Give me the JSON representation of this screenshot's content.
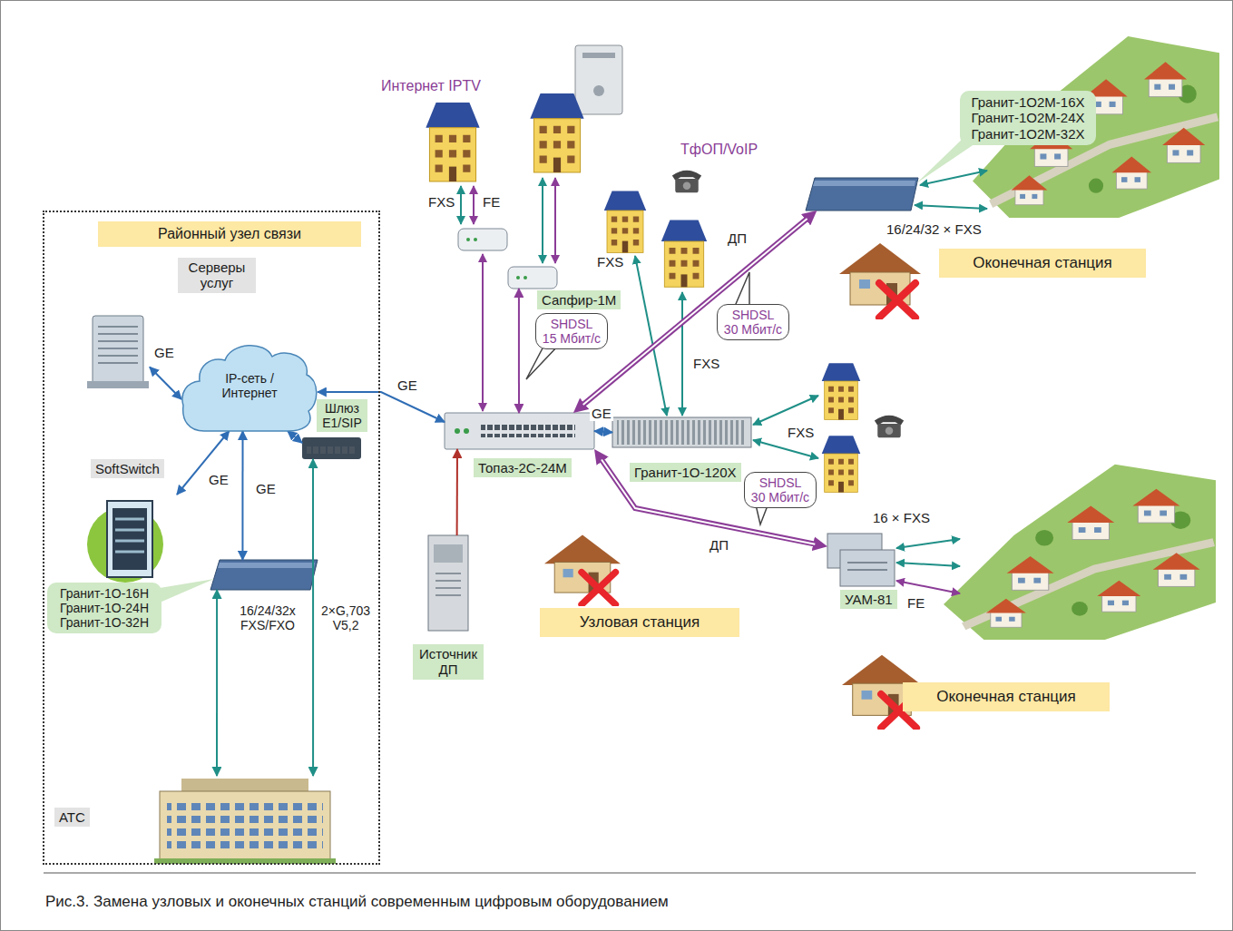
{
  "diagram": {
    "caption": "Рис.3. Замена узловых и оконечных станций современным цифровым оборудованием",
    "nodes": [
      {
        "text": [
          "Районный узел связи"
        ]
      },
      {
        "text": [
          "Серверы услуг"
        ],
        "in": 0
      },
      {
        "text": [
          "IP-сеть / Интернет"
        ],
        "in": 0
      },
      {
        "text": [
          "SoftSwitch"
        ],
        "in": 0
      },
      {
        "text": [
          "Шлюз E1/SIP"
        ],
        "in": 0
      },
      {
        "text": [
          "Гранит-1О-16Н Гранит-1О-24Н Гранит-1О-32Н"
        ],
        "in": 0
      },
      {
        "text": [
          "АТС"
        ],
        "in": 0
      },
      {
        "text": [
          "Топаз-2С-24М"
        ]
      },
      {
        "text": [
          "Источник ДП"
        ]
      },
      {
        "text": [
          "Сапфир-1М"
        ]
      },
      {
        "text": [
          "SHDSL 15 Мбит/с"
        ]
      },
      {
        "text": [
          "Гранит-1О-120Х"
        ]
      },
      {
        "text": [
          "Гранит-1О2М-16Х Гранит-1О2М-24Х Гранит-1О2М-32Х"
        ]
      },
      {
        "text": [
          "SHDSL 30 Мбит/с"
        ]
      },
      {
        "text": [
          "Оконечная станция"
        ]
      },
      {
        "text": [
          "Узловая станция"
        ]
      },
      {
        "text": [
          "SHDSL 30 Мбит/с"
        ]
      },
      {
        "text": [
          "УАМ-81"
        ]
      },
      {
        "text": [
          "Оконечная станция"
        ]
      }
    ],
    "edges": [
      {
        "from": 1,
        "to": 2,
        "label": "GE",
        "arrow": "both"
      },
      {
        "from": 3,
        "to": 2,
        "label": "GE",
        "arrow": "both"
      },
      {
        "from": 2,
        "to": 4,
        "arrow": "both"
      },
      {
        "from": 2,
        "to": 5,
        "label": "GE",
        "arrow": "both"
      },
      {
        "from": 2,
        "to": 7,
        "label": "GE",
        "arrow": "both"
      },
      {
        "from": 5,
        "to": 6,
        "label": "16/24/32x FXS/FXO",
        "arrow": "both"
      },
      {
        "from": 4,
        "to": 6,
        "label": "2×G,703 V5,2",
        "arrow": "both"
      },
      {
        "from": 8,
        "to": 7,
        "arrow": "to"
      },
      {
        "from": 7,
        "to": 9,
        "arrow": "both"
      },
      {
        "from": 7,
        "to": 11,
        "label": "GE",
        "arrow": "both"
      },
      {
        "from": 7,
        "to": 12,
        "label": "ДП",
        "arrow": "both"
      },
      {
        "from": 7,
        "to": 17,
        "label": "ДП",
        "arrow": "both"
      }
    ],
    "labels": [
      "Интернет IPTV",
      "ТфОП/VoIP",
      "FXS",
      "FE",
      "FXS",
      "FXS",
      "FXS",
      "16/24/32 × FXS",
      "16 × FXS",
      "FE"
    ]
  }
}
